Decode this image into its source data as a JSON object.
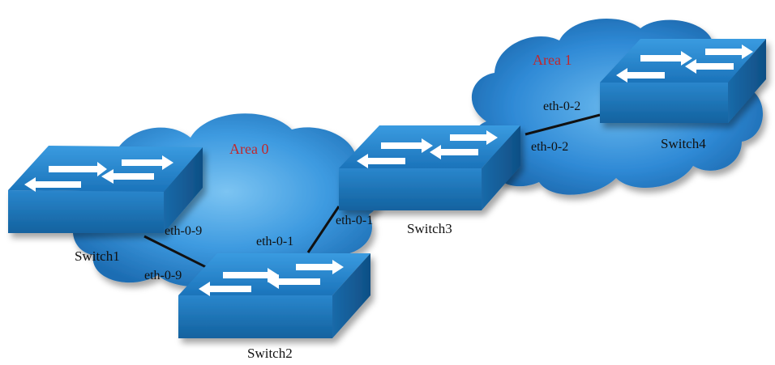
{
  "diagram": {
    "areas": [
      {
        "id": "area0",
        "label": "Area 0"
      },
      {
        "id": "area1",
        "label": "Area 1"
      }
    ],
    "switches": [
      {
        "id": "switch1",
        "label": "Switch1"
      },
      {
        "id": "switch2",
        "label": "Switch2"
      },
      {
        "id": "switch3",
        "label": "Switch3"
      },
      {
        "id": "switch4",
        "label": "Switch4"
      }
    ],
    "links": [
      {
        "from": "switch1",
        "to": "switch2",
        "from_port": "eth-0-9",
        "to_port": "eth-0-9"
      },
      {
        "from": "switch2",
        "to": "switch3",
        "from_port": "eth-0-1",
        "to_port": "eth-0-1"
      },
      {
        "from": "switch3",
        "to": "switch4",
        "from_port": "eth-0-2",
        "to_port": "eth-0-2"
      }
    ]
  },
  "colors": {
    "cloud": "#2f8fd6",
    "cloud_dark": "#1c6fb3",
    "switch_top": "#1f7fc4",
    "switch_front": "#1a6fb0",
    "switch_side": "#135a93",
    "area_text": "#c0282d",
    "link": "#111111"
  }
}
